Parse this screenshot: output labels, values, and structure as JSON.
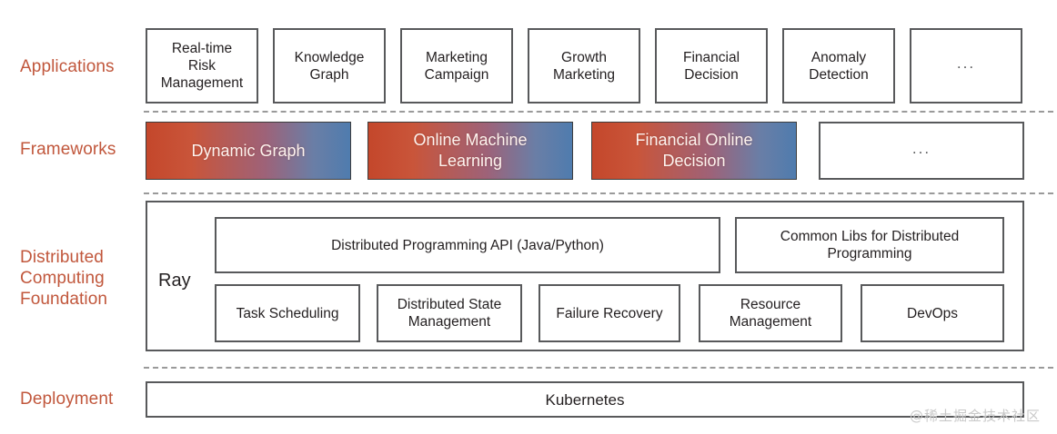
{
  "diagram": {
    "title": "Layered architecture stack diagram",
    "accent_color": "#c1573c",
    "box_border_color": "#58595b",
    "gradient_start_color": "#c4472b",
    "gradient_end_color": "#4f7cae",
    "watermark": "@稀土掘金技术社区"
  },
  "rows": {
    "applications": {
      "label": "Applications",
      "boxes": [
        {
          "text": "Real-time\nRisk\nManagement"
        },
        {
          "text": "Knowledge\nGraph"
        },
        {
          "text": "Marketing\nCampaign"
        },
        {
          "text": "Growth\nMarketing"
        },
        {
          "text": "Financial\nDecision"
        },
        {
          "text": "Anomaly\nDetection"
        },
        {
          "text": "..."
        }
      ]
    },
    "frameworks": {
      "label": "Frameworks",
      "boxes": [
        {
          "text": "Dynamic Graph",
          "gradient": true
        },
        {
          "text": "Online Machine\nLearning",
          "gradient": true
        },
        {
          "text": "Financial Online\nDecision",
          "gradient": true
        },
        {
          "text": "...",
          "gradient": false
        }
      ]
    },
    "foundation": {
      "label": "Distributed\nComputing\nFoundation",
      "container_label": "Ray",
      "top_boxes": [
        {
          "text": "Distributed Programming API (Java/Python)"
        },
        {
          "text": "Common Libs for Distributed\nProgramming"
        }
      ],
      "bottom_boxes": [
        {
          "text": "Task Scheduling"
        },
        {
          "text": "Distributed State\nManagement"
        },
        {
          "text": "Failure Recovery"
        },
        {
          "text": "Resource\nManagement"
        },
        {
          "text": "DevOps"
        }
      ]
    },
    "deployment": {
      "label": "Deployment",
      "boxes": [
        {
          "text": "Kubernetes"
        }
      ]
    }
  }
}
